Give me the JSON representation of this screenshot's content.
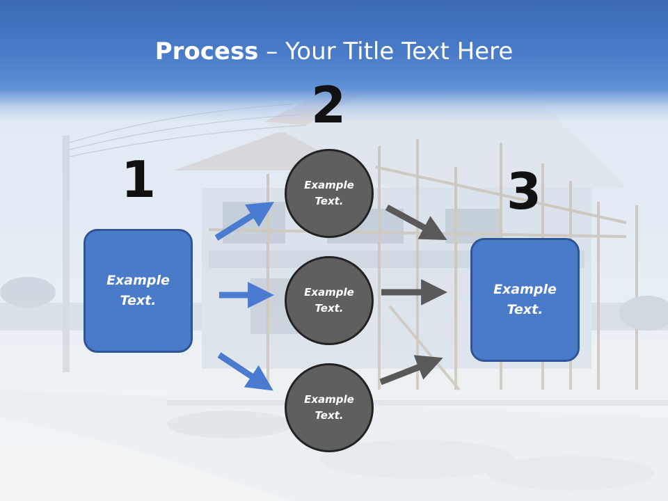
{
  "title": {
    "bold": "Process",
    "rest": " – Your Title Text Here"
  },
  "steps": {
    "one": "1",
    "two": "2",
    "three": "3"
  },
  "left_box": {
    "text": "Example\nText."
  },
  "right_box": {
    "text": "Example\nText."
  },
  "circles": [
    {
      "text": "Example\nText."
    },
    {
      "text": "Example\nText."
    },
    {
      "text": "Example\nText."
    }
  ],
  "colors": {
    "accent_blue": "#4a7bc8",
    "circle_gray": "#5f5f5f",
    "arrow_blue": "#4a7bd0",
    "arrow_gray": "#595959"
  },
  "background": "construction-site-photo"
}
